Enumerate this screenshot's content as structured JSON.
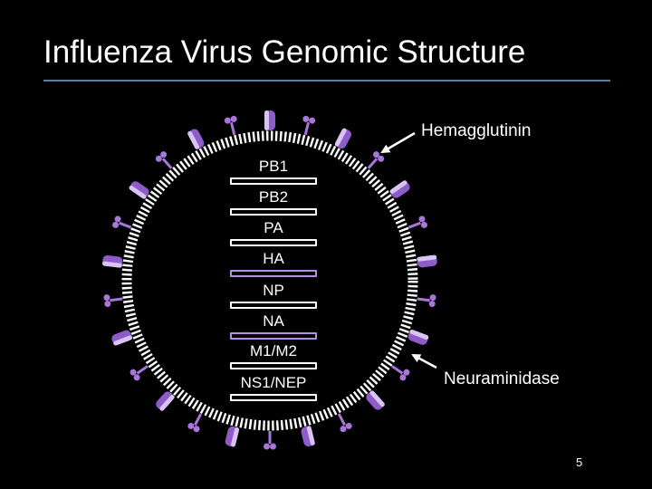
{
  "title": "Influenza Virus Genomic Structure",
  "colors": {
    "background": "#000000",
    "text": "#ffffff",
    "title_rule": "#5b7fa6",
    "envelope": "#ffffff",
    "hemagglutinin": "#8d5cc8",
    "neuraminidase": "#a875d8",
    "violet_segment": "#b48ee6"
  },
  "segments": [
    {
      "label": "PB1",
      "bar_color": "white"
    },
    {
      "label": "PB2",
      "bar_color": "white"
    },
    {
      "label": "PA",
      "bar_color": "white"
    },
    {
      "label": "HA",
      "bar_color": "violet"
    },
    {
      "label": "NP",
      "bar_color": "white"
    },
    {
      "label": "NA",
      "bar_color": "violet"
    },
    {
      "label": "M1/M2",
      "bar_color": "white"
    },
    {
      "label": "NS1/NEP",
      "bar_color": "white"
    }
  ],
  "callouts": {
    "hemagglutinin": "Hemagglutinin",
    "neuraminidase": "Neuraminidase"
  },
  "page_number": "5"
}
